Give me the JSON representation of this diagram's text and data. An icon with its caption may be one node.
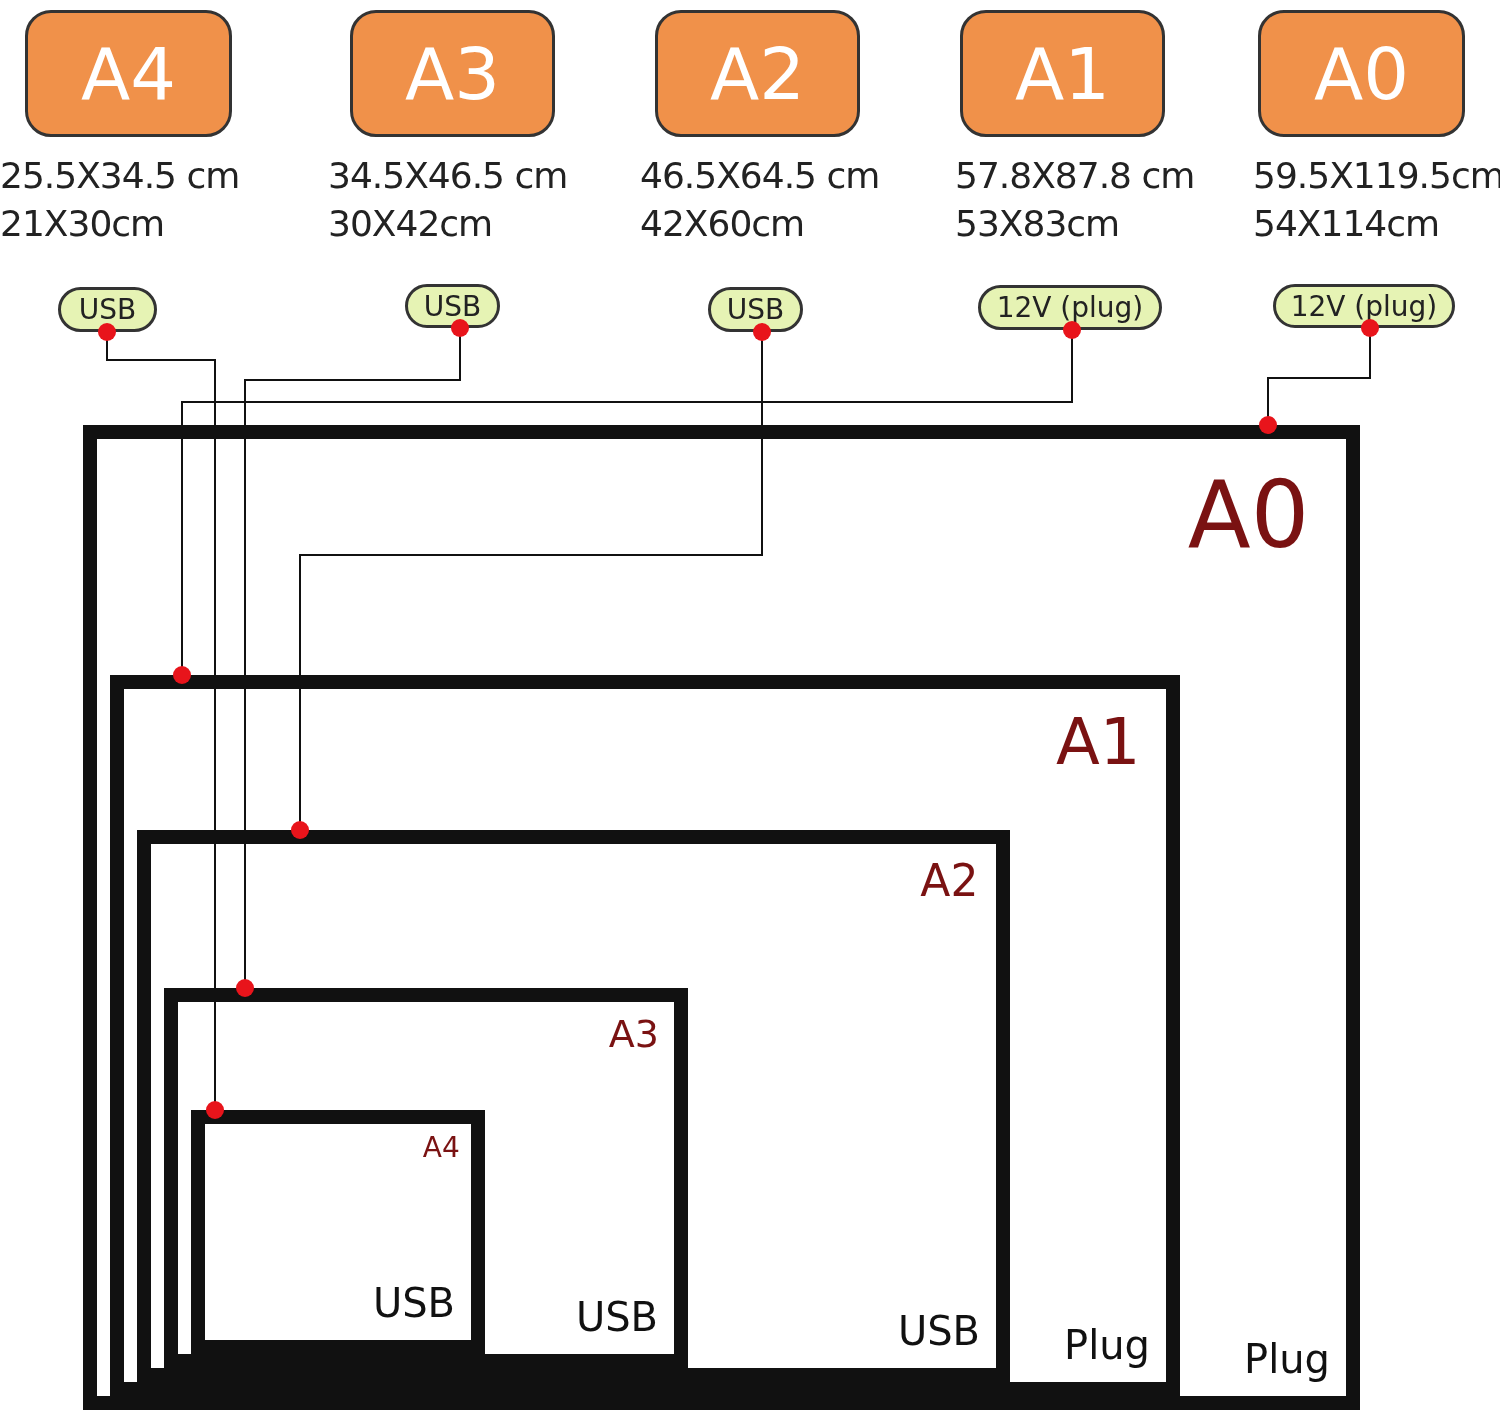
{
  "diagram": {
    "nodes": [
      {
        "text": [
          "A4"
        ],
        "beside": [
          "25.5X34.5 cm",
          "21X30cm"
        ]
      },
      {
        "text": [
          "A3"
        ],
        "beside": [
          "34.5X46.5 cm",
          "30X42cm"
        ]
      },
      {
        "text": [
          "A2"
        ],
        "beside": [
          "46.5X64.5 cm",
          "42X60cm"
        ]
      },
      {
        "text": [
          "A1"
        ],
        "beside": [
          "57.8X87.8 cm",
          "53X83cm"
        ]
      },
      {
        "text": [
          "A0"
        ],
        "beside": [
          "59.5X119.5cm",
          "54X114cm"
        ]
      },
      {
        "text": [
          "USB"
        ]
      },
      {
        "text": [
          "USB"
        ]
      },
      {
        "text": [
          "USB"
        ]
      },
      {
        "text": [
          "12V (plug)"
        ]
      },
      {
        "text": [
          "12V (plug)"
        ]
      },
      {
        "text": [
          "A0",
          "Plug"
        ]
      },
      {
        "text": [
          "A1",
          "Plug"
        ],
        "in": 10
      },
      {
        "text": [
          "A2",
          "USB"
        ],
        "in": 11
      },
      {
        "text": [
          "A3",
          "USB"
        ],
        "in": 12
      },
      {
        "text": [
          "A4",
          "USB"
        ],
        "in": 13
      }
    ],
    "edges": [
      {
        "from": 5,
        "to": 14,
        "arrow": "other"
      },
      {
        "from": 6,
        "to": 13,
        "arrow": "other"
      },
      {
        "from": 7,
        "to": 12,
        "arrow": "other"
      },
      {
        "from": 8,
        "to": 11,
        "arrow": "other"
      },
      {
        "from": 9,
        "to": 10,
        "arrow": "other"
      }
    ]
  }
}
